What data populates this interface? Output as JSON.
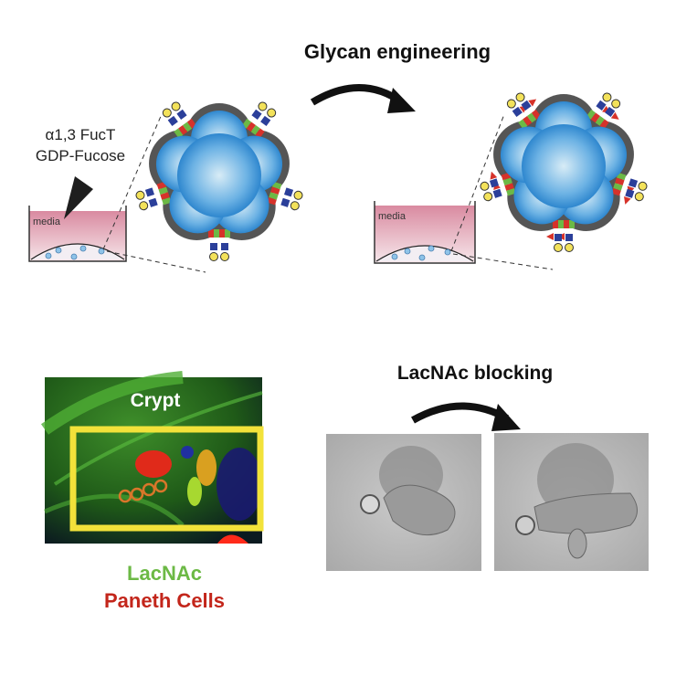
{
  "top": {
    "title": "Glycan engineering",
    "reagent_line1": "α1,3 FucT",
    "reagent_line2": "GDP-Fucose",
    "media_left": "media",
    "media_right": "media"
  },
  "bottom": {
    "title": "LacNAc blocking",
    "crypt_label": "Crypt",
    "legend_lacnac": "LacNAc",
    "legend_paneth": "Paneth Cells"
  },
  "colors": {
    "lacnac": "#6cb945",
    "paneth": "#c3261b",
    "box": "#f2e23a",
    "cell_blue": "#2f8fd6",
    "fucose": "#d6322a",
    "glcnac": "#2b3f9a",
    "galactose": "#f3e25a"
  }
}
